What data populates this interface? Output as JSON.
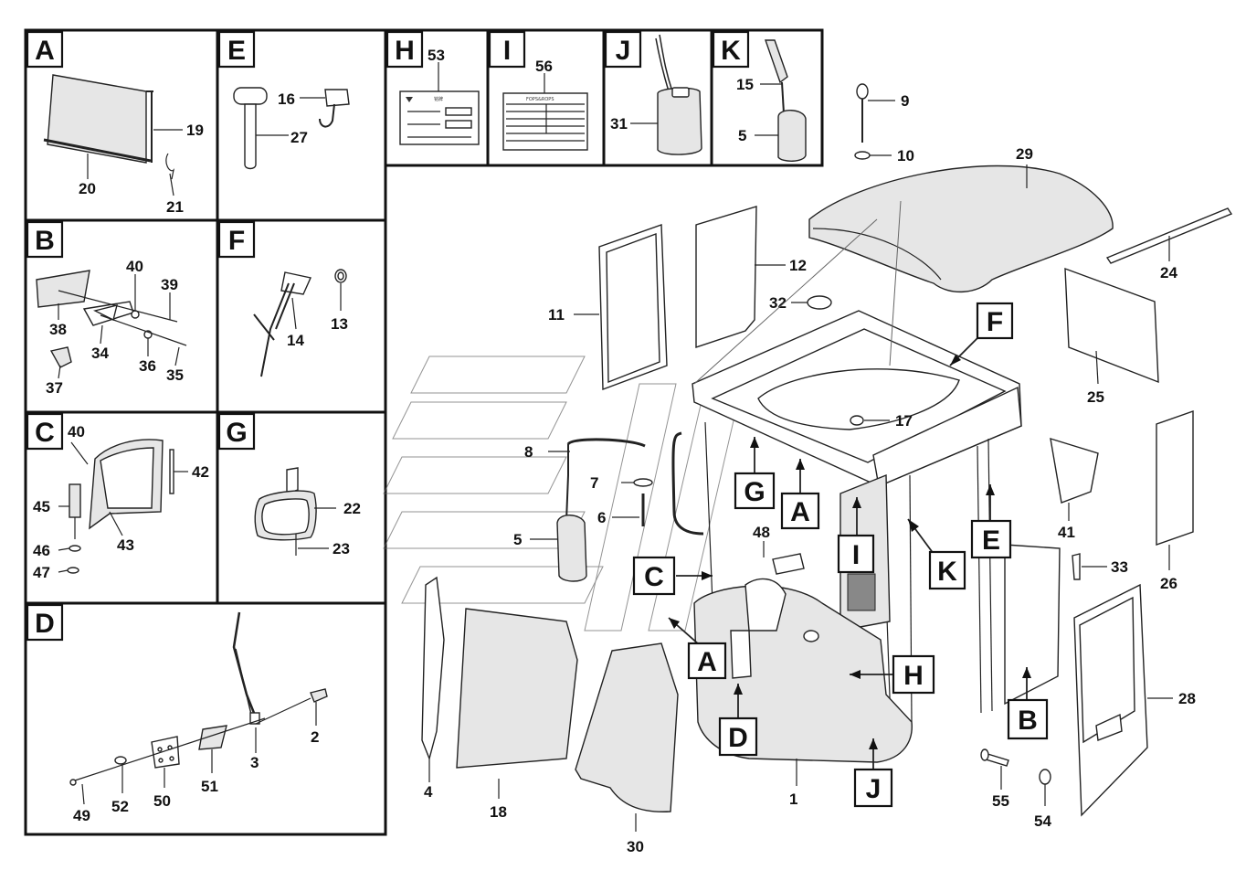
{
  "panels": [
    {
      "letter": "A"
    },
    {
      "letter": "B"
    },
    {
      "letter": "C"
    },
    {
      "letter": "D"
    },
    {
      "letter": "E"
    },
    {
      "letter": "F"
    },
    {
      "letter": "G"
    },
    {
      "letter": "H"
    },
    {
      "letter": "I"
    },
    {
      "letter": "J"
    },
    {
      "letter": "K"
    }
  ],
  "part_labels": {
    "p1": "1",
    "p2": "2",
    "p3": "3",
    "p4": "4",
    "p5a": "5",
    "p5b": "5",
    "p6": "6",
    "p7": "7",
    "p8": "8",
    "p9": "9",
    "p10": "10",
    "p11": "11",
    "p12": "12",
    "p13": "13",
    "p14": "14",
    "p15": "15",
    "p16": "16",
    "p17": "17",
    "p18": "18",
    "p19": "19",
    "p20": "20",
    "p21": "21",
    "p22": "22",
    "p23": "23",
    "p24": "24",
    "p25": "25",
    "p26": "26",
    "p27": "27",
    "p28": "28",
    "p29": "29",
    "p30": "30",
    "p31": "31",
    "p32": "32",
    "p33": "33",
    "p34": "34",
    "p35": "35",
    "p36": "36",
    "p37": "37",
    "p38": "38",
    "p39": "39",
    "p40a": "40",
    "p40b": "40",
    "p41": "41",
    "p42": "42",
    "p43": "43",
    "p45": "45",
    "p46": "46",
    "p47": "47",
    "p48": "48",
    "p49": "49",
    "p50": "50",
    "p51": "51",
    "p52": "52",
    "p53": "53",
    "p54": "54",
    "p55": "55",
    "p56": "56"
  },
  "callouts": {
    "A1": "A",
    "A2": "A",
    "B": "B",
    "C": "C",
    "D": "D",
    "E": "E",
    "F": "F",
    "G": "G",
    "H": "H",
    "I": "I",
    "J": "J",
    "K": "K"
  },
  "plate_53": {
    "title": "铭牌"
  },
  "plate_56": {
    "title": "FOPS&ROPS"
  }
}
